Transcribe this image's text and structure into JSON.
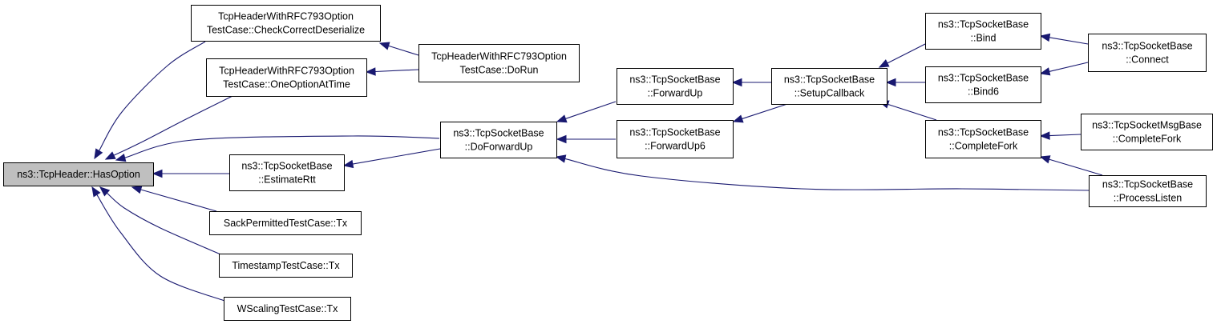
{
  "graph": {
    "title": "",
    "colors": {
      "edge": "#191970",
      "focus_fill": "#bfbfbf",
      "node_fill": "#ffffff",
      "border": "#000000"
    },
    "nodes": [
      {
        "id": "hasoption",
        "lines": [
          "ns3::TcpHeader::HasOption"
        ],
        "focus": true
      },
      {
        "id": "checkcorrect",
        "lines": [
          "TcpHeaderWithRFC793Option",
          "TestCase::CheckCorrectDeserialize"
        ]
      },
      {
        "id": "oneoption",
        "lines": [
          "TcpHeaderWithRFC793Option",
          "TestCase::OneOptionAtTime"
        ]
      },
      {
        "id": "dorun",
        "lines": [
          "TcpHeaderWithRFC793Option",
          "TestCase::DoRun"
        ]
      },
      {
        "id": "estimatertt",
        "lines": [
          "ns3::TcpSocketBase",
          "::EstimateRtt"
        ]
      },
      {
        "id": "sackpermitted",
        "lines": [
          "SackPermittedTestCase::Tx"
        ]
      },
      {
        "id": "timestamp",
        "lines": [
          "TimestampTestCase::Tx"
        ]
      },
      {
        "id": "wscaling",
        "lines": [
          "WScalingTestCase::Tx"
        ]
      },
      {
        "id": "doforwardup",
        "lines": [
          "ns3::TcpSocketBase",
          "::DoForwardUp"
        ]
      },
      {
        "id": "forwardup",
        "lines": [
          "ns3::TcpSocketBase",
          "::ForwardUp"
        ]
      },
      {
        "id": "forwardup6",
        "lines": [
          "ns3::TcpSocketBase",
          "::ForwardUp6"
        ]
      },
      {
        "id": "setupcallback",
        "lines": [
          "ns3::TcpSocketBase",
          "::SetupCallback"
        ]
      },
      {
        "id": "bind",
        "lines": [
          "ns3::TcpSocketBase",
          "::Bind"
        ]
      },
      {
        "id": "bind6",
        "lines": [
          "ns3::TcpSocketBase",
          "::Bind6"
        ]
      },
      {
        "id": "completefork",
        "lines": [
          "ns3::TcpSocketBase",
          "::CompleteFork"
        ]
      },
      {
        "id": "connect",
        "lines": [
          "ns3::TcpSocketBase",
          "::Connect"
        ]
      },
      {
        "id": "msgcompletefork",
        "lines": [
          "ns3::TcpSocketMsgBase",
          "::CompleteFork"
        ]
      },
      {
        "id": "processlisten",
        "lines": [
          "ns3::TcpSocketBase",
          "::ProcessListen"
        ]
      }
    ],
    "edges": [
      {
        "from": "checkcorrect",
        "to": "hasoption"
      },
      {
        "from": "oneoption",
        "to": "hasoption"
      },
      {
        "from": "doforwardup",
        "to": "hasoption"
      },
      {
        "from": "estimatertt",
        "to": "hasoption"
      },
      {
        "from": "sackpermitted",
        "to": "hasoption"
      },
      {
        "from": "timestamp",
        "to": "hasoption"
      },
      {
        "from": "wscaling",
        "to": "hasoption"
      },
      {
        "from": "dorun",
        "to": "checkcorrect"
      },
      {
        "from": "dorun",
        "to": "oneoption"
      },
      {
        "from": "doforwardup",
        "to": "estimatertt"
      },
      {
        "from": "forwardup",
        "to": "doforwardup"
      },
      {
        "from": "forwardup6",
        "to": "doforwardup"
      },
      {
        "from": "processlisten",
        "to": "doforwardup"
      },
      {
        "from": "setupcallback",
        "to": "forwardup"
      },
      {
        "from": "setupcallback",
        "to": "forwardup6"
      },
      {
        "from": "bind",
        "to": "setupcallback"
      },
      {
        "from": "bind6",
        "to": "setupcallback"
      },
      {
        "from": "completefork",
        "to": "setupcallback"
      },
      {
        "from": "connect",
        "to": "bind"
      },
      {
        "from": "connect",
        "to": "bind6"
      },
      {
        "from": "msgcompletefork",
        "to": "completefork"
      },
      {
        "from": "processlisten",
        "to": "completefork"
      }
    ]
  }
}
